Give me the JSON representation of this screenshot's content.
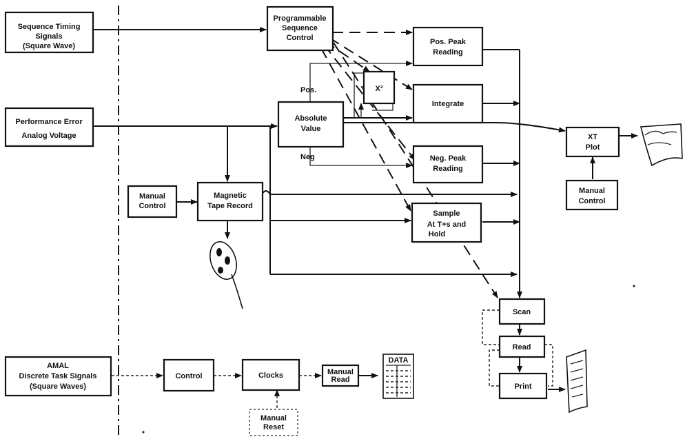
{
  "inputs": {
    "sequence_timing": [
      "Sequence Timing",
      "Signals",
      "(Square Wave)"
    ],
    "performance_error": [
      "Performance Error",
      "Analog Voltage"
    ],
    "amal": [
      "AMAL",
      "Discrete Task Signals",
      "(Square Waves)"
    ]
  },
  "blocks": {
    "programmable_sequence_control": [
      "Programmable",
      "Sequence",
      "Control"
    ],
    "pos_peak_reading": [
      "Pos. Peak",
      "Reading"
    ],
    "x_squared": "X²",
    "integrate": [
      "Integrate"
    ],
    "absolute_value": [
      "Absolute",
      "Value"
    ],
    "neg_peak_reading": [
      "Neg. Peak",
      "Reading"
    ],
    "xt_plot": [
      "XT",
      "Plot"
    ],
    "manual_control_left": [
      "Manual",
      "Control"
    ],
    "magnetic_tape_record": [
      "Magnetic",
      "Tape Record"
    ],
    "manual_control_right": [
      "Manual",
      "Control"
    ],
    "sample_hold": [
      "Sample",
      "At T+s and",
      "Hold"
    ],
    "scan": "Scan",
    "read": "Read",
    "print": "Print",
    "control": "Control",
    "clocks": "Clocks",
    "manual_read": [
      "Manual",
      "Read"
    ],
    "manual_reset": [
      "Manual",
      "Reset"
    ]
  },
  "annotations": {
    "pos": "Pos.",
    "neg": "Neg",
    "data_sheet": "DATA"
  }
}
